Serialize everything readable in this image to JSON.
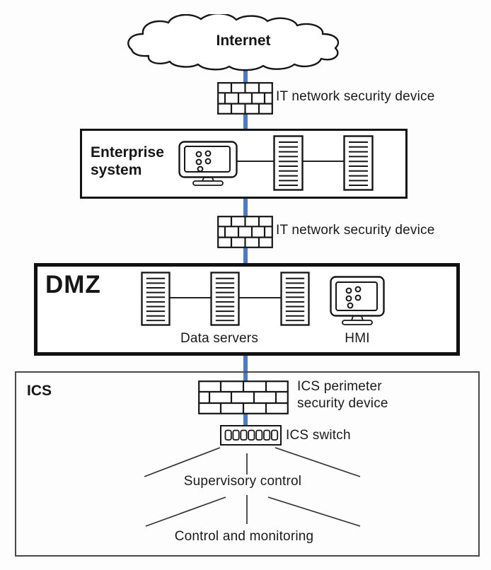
{
  "colors": {
    "link": "#4a7cbf",
    "stroke": "#161616"
  },
  "internet": {
    "label": "Internet"
  },
  "fw_top": {
    "label": "IT network security device"
  },
  "enterprise": {
    "title": "Enterprise system"
  },
  "fw_mid": {
    "label": "IT network security device"
  },
  "dmz": {
    "title": "DMZ",
    "servers_label": "Data servers",
    "hmi_label": "HMI"
  },
  "ics": {
    "title": "ICS",
    "perimeter_line1": "ICS perimeter",
    "perimeter_line2": "security device",
    "switch_label": "ICS switch",
    "level1_label": "Supervisory control",
    "level2_label": "Control and monitoring"
  }
}
